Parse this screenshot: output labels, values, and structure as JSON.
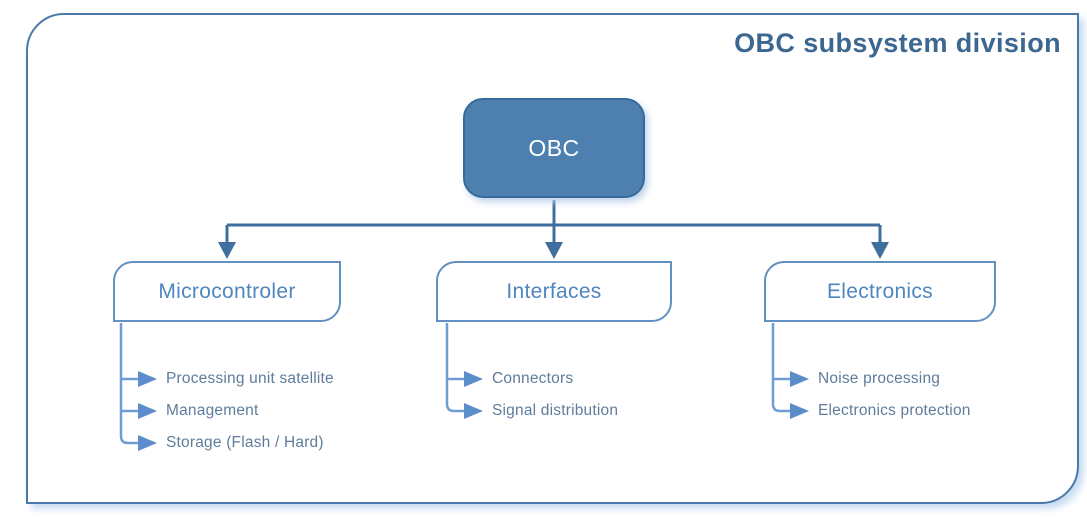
{
  "title": "OBC subsystem division",
  "root": {
    "label": "OBC"
  },
  "branches": [
    {
      "label": "Microcontroler",
      "items": [
        "Processing unit satellite",
        "Management",
        "Storage (Flash / Hard)"
      ]
    },
    {
      "label": "Interfaces",
      "items": [
        "Connectors",
        "Signal distribution"
      ]
    },
    {
      "label": "Electronics",
      "items": [
        "Noise processing",
        "Electronics protection"
      ]
    }
  ],
  "colors": {
    "frame_border": "#4a78a8",
    "title_text": "#3c6791",
    "root_fill": "#4d80af",
    "root_border": "#38699b",
    "root_text": "#ffffff",
    "branch_border": "#6290c0",
    "branch_text": "#4f86bf",
    "connector_dark": "#3f6f9f",
    "connector_light": "#6f9cd2",
    "bullet_arrow": "#5b8dca",
    "item_text": "#5e7c9c",
    "shadow": "#cfe0f2"
  }
}
